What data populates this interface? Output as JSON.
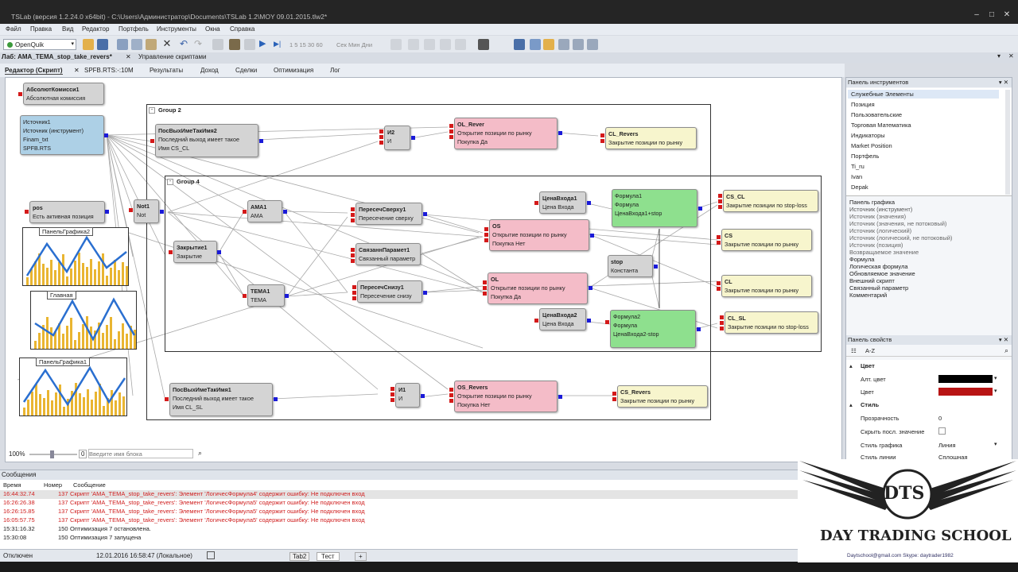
{
  "window": {
    "title": "TSLab (версия 1.2.24.0 x64bit) - C:\\Users\\Администратор\\Documents\\TSLab 1.2\\MOY 09.01.2015.tlw2*"
  },
  "menu": [
    "Файл",
    "Правка",
    "Вид",
    "Редактор",
    "Портфель",
    "Инструменты",
    "Окна",
    "Справка"
  ],
  "toolbar": {
    "connector": "OpenQuik",
    "intervals": "1 5 15 30 60",
    "sec_label": "Сек Мин Дни"
  },
  "doc_tabs": {
    "active": "Лаб: AMA_TEMA_stop_take_revers*",
    "other": "Управление скриптами"
  },
  "sub_tabs": [
    "Редактор (Скрипт)",
    "SPFB.RTS:-:10M",
    "Результаты",
    "Доход",
    "Сделки",
    "Оптимизация",
    "Лог"
  ],
  "groups": {
    "g2": "Group 2",
    "g4": "Group 4"
  },
  "blocks": {
    "abs": {
      "name": "АбсолютКомисси1",
      "desc": "Абсолютная комиссия"
    },
    "src": {
      "name": "Источник1",
      "l2": "Источник (инструмент)",
      "l3": "Finam_txt",
      "l4": "SPFB.RTS"
    },
    "pos": {
      "name": "pos",
      "desc": "Есть активная позиция"
    },
    "not1": {
      "name": "Not1",
      "desc": "Not"
    },
    "pvit2": {
      "name": "ПосВыхИмеТакИмя2",
      "desc": "Последний выход имеет такое",
      "l3": "Имя CS_CL"
    },
    "i2": {
      "name": "И2",
      "desc": "И"
    },
    "olrev": {
      "name": "OL_Rever",
      "desc": "Открытие позиции по рынку",
      "l3": "Покупка     Да"
    },
    "clrev": {
      "name": "CL_Revers",
      "desc": "Закрытие позиции по рынку"
    },
    "ama1": {
      "name": "AMA1",
      "desc": "AMA"
    },
    "zakr1": {
      "name": "Закрытие1",
      "desc": "Закрытие"
    },
    "tema1": {
      "name": "TEMA1",
      "desc": "TEMA"
    },
    "pss1": {
      "name": "ПересечСверху1",
      "desc": "Пересечение сверху"
    },
    "sp1": {
      "name": "СвязаннПарамет1",
      "desc": "Связанный параметр"
    },
    "psn1": {
      "name": "ПересечСнизу1",
      "desc": "Пересечение снизу"
    },
    "cv1": {
      "name": "ЦенаВхода1",
      "desc": "Цена Входа"
    },
    "cv2": {
      "name": "ЦенаВхода2",
      "desc": "Цена Входа"
    },
    "os": {
      "name": "OS",
      "desc": "Открытие позиции по рынку",
      "l3": "Покупка     Нет"
    },
    "ol": {
      "name": "OL",
      "desc": "Открытие позиции по рынку",
      "l3": "Покупка     Да"
    },
    "stop": {
      "name": "stop",
      "desc": "Константа"
    },
    "f1": {
      "name": "Формула1",
      "desc": "Формула",
      "l3": "ЦенаВхода1+stop"
    },
    "f2": {
      "name": "Формула2",
      "desc": "Формула",
      "l3": "ЦенаВхода2-stop"
    },
    "cscl": {
      "name": "CS_CL",
      "desc": "Закрытие позиции по stop-loss"
    },
    "cs": {
      "name": "CS",
      "desc": "Закрытие позиции по рынку"
    },
    "cl": {
      "name": "CL",
      "desc": "Закрытие позиции по рынку"
    },
    "clsl": {
      "name": "CL_SL",
      "desc": "Закрытие позиции по stop-loss"
    },
    "pvit1": {
      "name": "ПосВыхИмеТакИмя1",
      "desc": "Последний выход имеет такое",
      "l3": "Имя CL_SL"
    },
    "i1": {
      "name": "И1",
      "desc": "И"
    },
    "osrev": {
      "name": "OS_Revers",
      "desc": "Открытие позиции по рынку",
      "l3": "Покупка     Нет"
    },
    "csrev": {
      "name": "CS_Revers",
      "desc": "Закрытие позиции по рынку"
    }
  },
  "charts": [
    "ПанельГрафика2",
    "Главная",
    "ПанельГрафика1"
  ],
  "zoom": {
    "level": "100%",
    "value": "0",
    "placeholder": "Введите имя блока"
  },
  "tools_panel": {
    "title": "Панель инструментов",
    "categories": [
      "Служебные Элементы",
      "Позиция",
      "Пользовательские",
      "Торговая Математика",
      "Индикаторы",
      "Market Position",
      "Портфель",
      "Ti_ru",
      "Ivan",
      "Depak"
    ],
    "items": [
      "Панель графика",
      "Источник (инструмент)",
      "Источник (значения)",
      "Источник (значения, не потоковый)",
      "Источник (логический)",
      "Источник (логический, не потоковый)",
      "Источник (позиция)",
      "Возвращаемое значение",
      "Формула",
      "Логическая формула",
      "Обновляемое значение",
      "Внешний скрипт",
      "Связанный параметр",
      "Комментарий"
    ]
  },
  "props_panel": {
    "title": "Панель свойств",
    "section_color": "Цвет",
    "alt_color": "Алт. цвет",
    "color": "Цвет",
    "section_style": "Стиль",
    "transparency": "Прозрачность",
    "transparency_value": "0",
    "hide_last": "Скрыть посл. значение",
    "graph_style": "Стиль графика",
    "graph_style_value": "Линия",
    "line_style": "Стиль линии",
    "line_style_value": "Сплошная",
    "alt_color_hex": "#000000",
    "color_hex": "#b81414"
  },
  "messages": {
    "title": "Сообщения",
    "headers": [
      "Время",
      "Номер",
      "Сообщение"
    ],
    "rows": [
      {
        "time": "16:44:32.74",
        "num": "137",
        "text": "Скрипт 'AMA_TEMA_stop_take_revers': Элемент 'ЛогичесФормула4' содержит ошибку: Не подключен вход",
        "err": true
      },
      {
        "time": "16:26:26.38",
        "num": "137",
        "text": "Скрипт 'AMA_TEMA_stop_take_revers': Элемент 'ЛогичесФормула5' содержит ошибку: Не подключен вход",
        "err": true
      },
      {
        "time": "16:26:15.85",
        "num": "137",
        "text": "Скрипт 'AMA_TEMA_stop_take_revers': Элемент 'ЛогичесФормула5' содержит ошибку: Не подключен вход",
        "err": true
      },
      {
        "time": "16:05:57.75",
        "num": "137",
        "text": "Скрипт 'AMA_TEMA_stop_take_revers': Элемент 'ЛогичесФормула5' содержит ошибку: Не подключен вход",
        "err": true
      },
      {
        "time": "15:31:16.32",
        "num": "150",
        "text": "Оптимизация 7 остановлена.",
        "err": false
      },
      {
        "time": "15:30:08",
        "num": "150",
        "text": "Оптимизация 7 запущена",
        "err": false
      }
    ]
  },
  "status": {
    "state": "Отключен",
    "datetime": "12.01.2016 16:58:47 (Локальное)",
    "tab2": "Tab2",
    "test": "Тест"
  },
  "watermark": {
    "logo": "DTS",
    "school": "DAY TRADING SCHOOL",
    "contact": "Daytschool@gmail.com  Skype: daytrader1982"
  }
}
